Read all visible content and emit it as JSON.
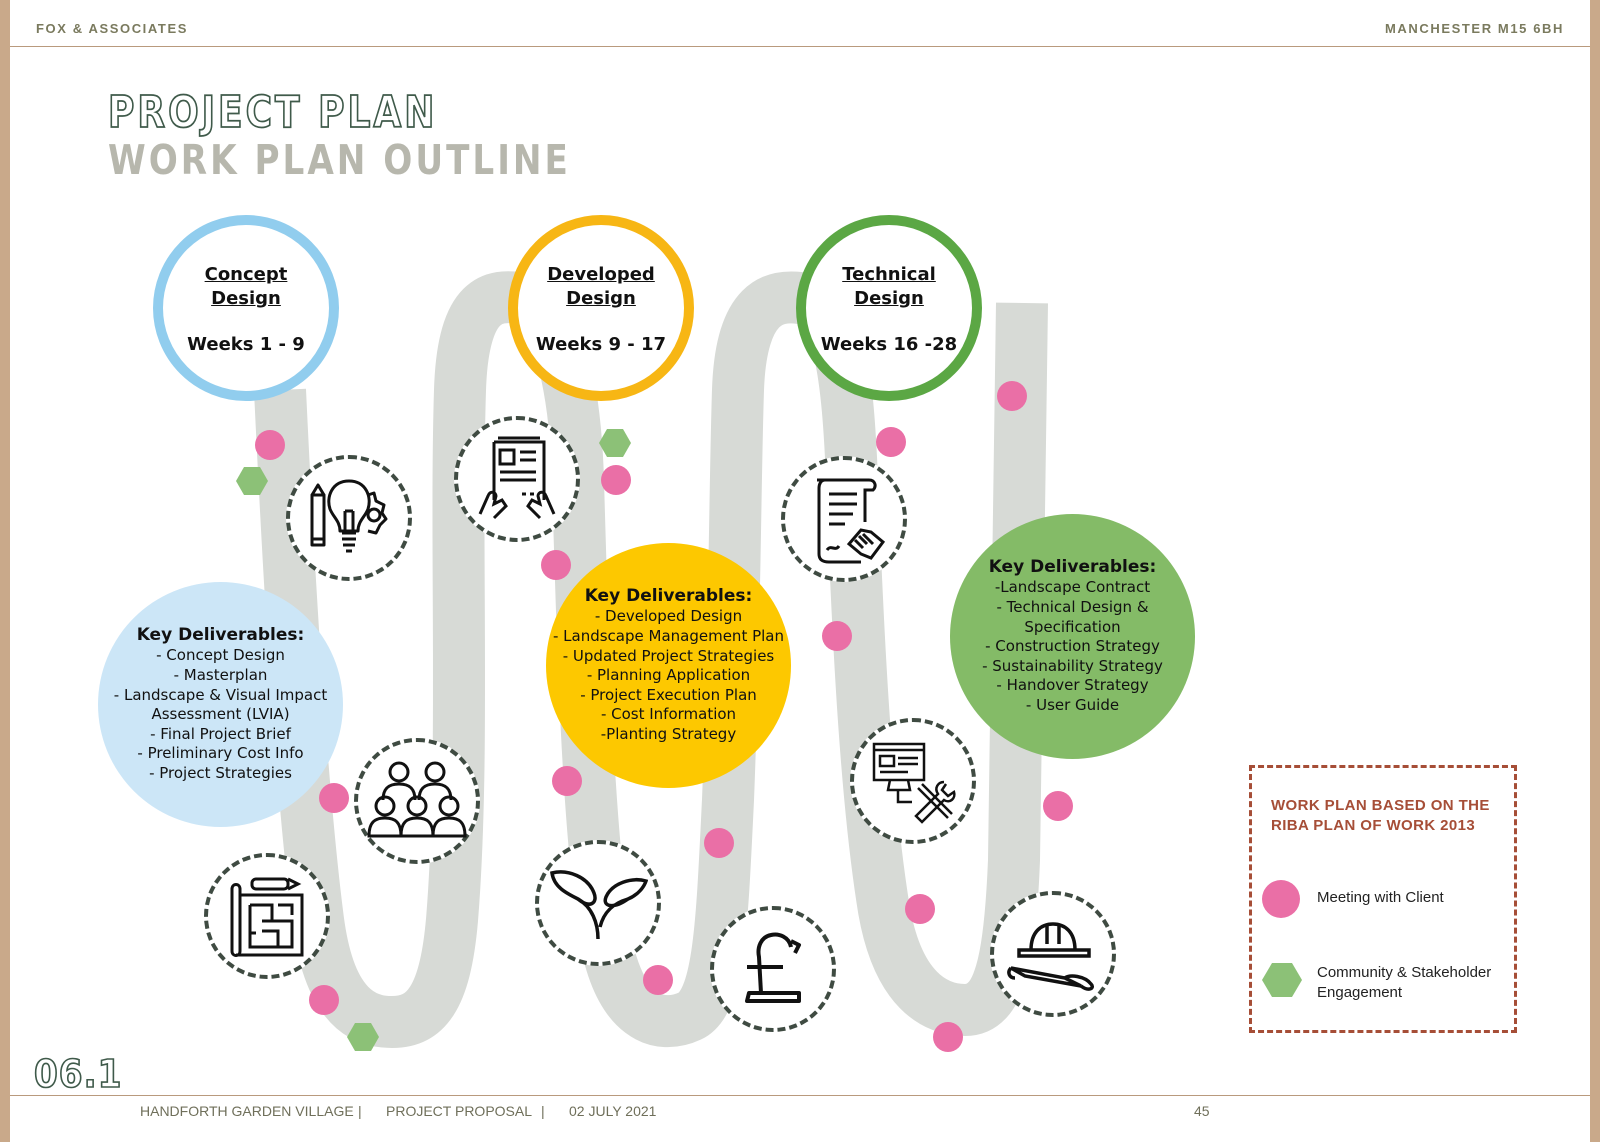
{
  "header": {
    "company": "FOX & ASSOCIATES",
    "address": "MANCHESTER M15 6BH"
  },
  "title": {
    "line1": "PROJECT PLAN",
    "line2": "WORK PLAN OUTLINE"
  },
  "section_code": "06.1",
  "phases": [
    {
      "name_line1": "Concept",
      "name_line2": "Design",
      "weeks": "Weeks 1 - 9",
      "color": "#91cdee"
    },
    {
      "name_line1": "Developed",
      "name_line2": "Design",
      "weeks": "Weeks 9 - 17",
      "color": "#f7b614"
    },
    {
      "name_line1": "Technical",
      "name_line2": "Design",
      "weeks": "Weeks 16 -28",
      "color": "#5ba744"
    }
  ],
  "deliverables": [
    {
      "heading": "Key Deliverables:",
      "color": "#cce6f7",
      "lines": [
        "- Concept Design",
        "- Masterplan",
        "- Landscape & Visual Impact",
        "Assessment (LVIA)",
        "- Final Project Brief",
        "- Preliminary Cost Info",
        "- Project Strategies"
      ]
    },
    {
      "heading": "Key Deliverables:",
      "color": "#fdc800",
      "lines": [
        "- Developed Design",
        "- Landscape Management Plan",
        "- Updated Project Strategies",
        "- Planning Application",
        "- Project Execution Plan",
        "- Cost Information",
        "-Planting Strategy"
      ]
    },
    {
      "heading": "Key Deliverables:",
      "color": "#84bb67",
      "lines": [
        "-Landscape Contract",
        "- Technical Design &",
        "Specification",
        "- Construction Strategy",
        "- Sustainability Strategy",
        "- Handover Strategy",
        "- User Guide"
      ]
    }
  ],
  "icons": [
    "lightbulb-pencil-gear-icon",
    "team-group-icon",
    "blueprint-plan-icon",
    "document-hands-icon",
    "leaves-plant-icon",
    "pound-sign-icon",
    "contract-handshake-icon",
    "computer-tools-icon",
    "hardhat-plans-icon"
  ],
  "legend": {
    "title_line1": "WORK PLAN BASED ON THE",
    "title_line2": "RIBA PLAN OF WORK 2013",
    "meeting_label": "Meeting with Client",
    "community_line1": "Community & Stakeholder",
    "community_line2": "Engagement",
    "meeting_color": "#ea6fa6",
    "community_color": "#8cc177"
  },
  "footer": {
    "project": "HANDFORTH GARDEN VILLAGE",
    "separator": "|",
    "document": "PROJECT PROPOSAL",
    "date": "02 JULY 2021",
    "page_number": "45"
  }
}
